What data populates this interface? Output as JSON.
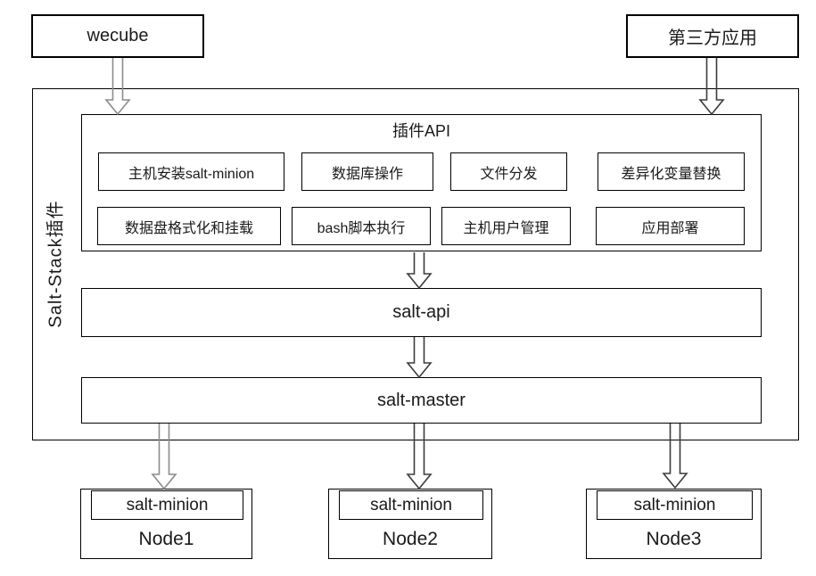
{
  "colors": {
    "background": "#ffffff",
    "box_border": "#000000",
    "text": "#1a1a1a",
    "arrow_dark": "#3c3c3c",
    "arrow_light": "#8c8c8c"
  },
  "external_apps": {
    "wecube": "wecube",
    "third_party": "第三方应用"
  },
  "salt_stack_plugin": {
    "label": "Salt-Stack插件",
    "plugin_api": {
      "title": "插件API",
      "plugins": [
        "主机安装salt-minion",
        "数据库操作",
        "文件分发",
        "差异化变量替换",
        "数据盘格式化和挂载",
        "bash脚本执行",
        "主机用户管理",
        "应用部署"
      ]
    },
    "salt_api": "salt-api",
    "salt_master": "salt-master"
  },
  "nodes": [
    {
      "agent": "salt-minion",
      "name": "Node1"
    },
    {
      "agent": "salt-minion",
      "name": "Node2"
    },
    {
      "agent": "salt-minion",
      "name": "Node3"
    }
  ],
  "connections": [
    {
      "from": "wecube",
      "to": "插件API"
    },
    {
      "from": "第三方应用",
      "to": "插件API"
    },
    {
      "from": "插件API",
      "to": "salt-api"
    },
    {
      "from": "salt-api",
      "to": "salt-master"
    },
    {
      "from": "salt-master",
      "to": "Node1"
    },
    {
      "from": "salt-master",
      "to": "Node2"
    },
    {
      "from": "salt-master",
      "to": "Node3"
    }
  ]
}
